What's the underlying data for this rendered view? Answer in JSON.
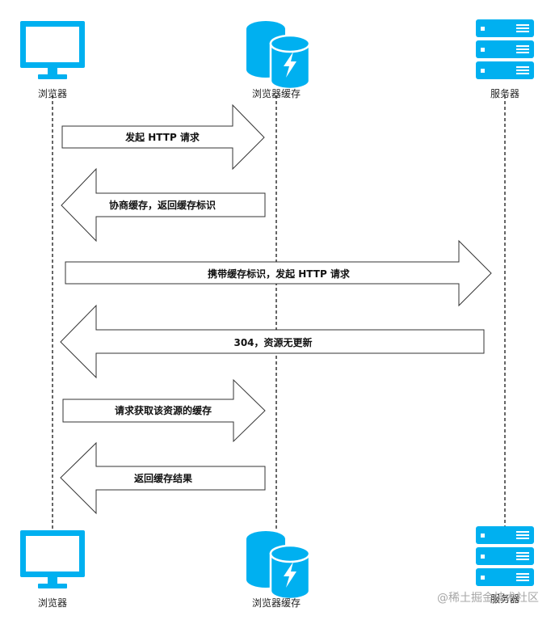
{
  "participants": {
    "browser": {
      "label": "浏览器",
      "icon": "monitor-icon"
    },
    "cache": {
      "label": "浏览器缓存",
      "icon": "database-lightning-icon"
    },
    "server": {
      "label": "服务器",
      "icon": "server-rack-icon"
    }
  },
  "messages": [
    {
      "text": "发起 HTTP 请求",
      "from": "browser",
      "to": "cache"
    },
    {
      "text": "协商缓存，返回缓存标识",
      "from": "cache",
      "to": "browser"
    },
    {
      "text": "携带缓存标识，发起 HTTP 请求",
      "from": "browser",
      "to": "server"
    },
    {
      "text": "304，资源无更新",
      "from": "server",
      "to": "browser"
    },
    {
      "text": "请求获取该资源的缓存",
      "from": "browser",
      "to": "cache"
    },
    {
      "text": "返回缓存结果",
      "from": "cache",
      "to": "browser"
    }
  ],
  "watermark": "@稀土掘金技术社区",
  "colors": {
    "icon": "#00b0f0",
    "lifeline": "#333333",
    "arrow_stroke": "#333333",
    "arrow_fill": "#ffffff"
  }
}
